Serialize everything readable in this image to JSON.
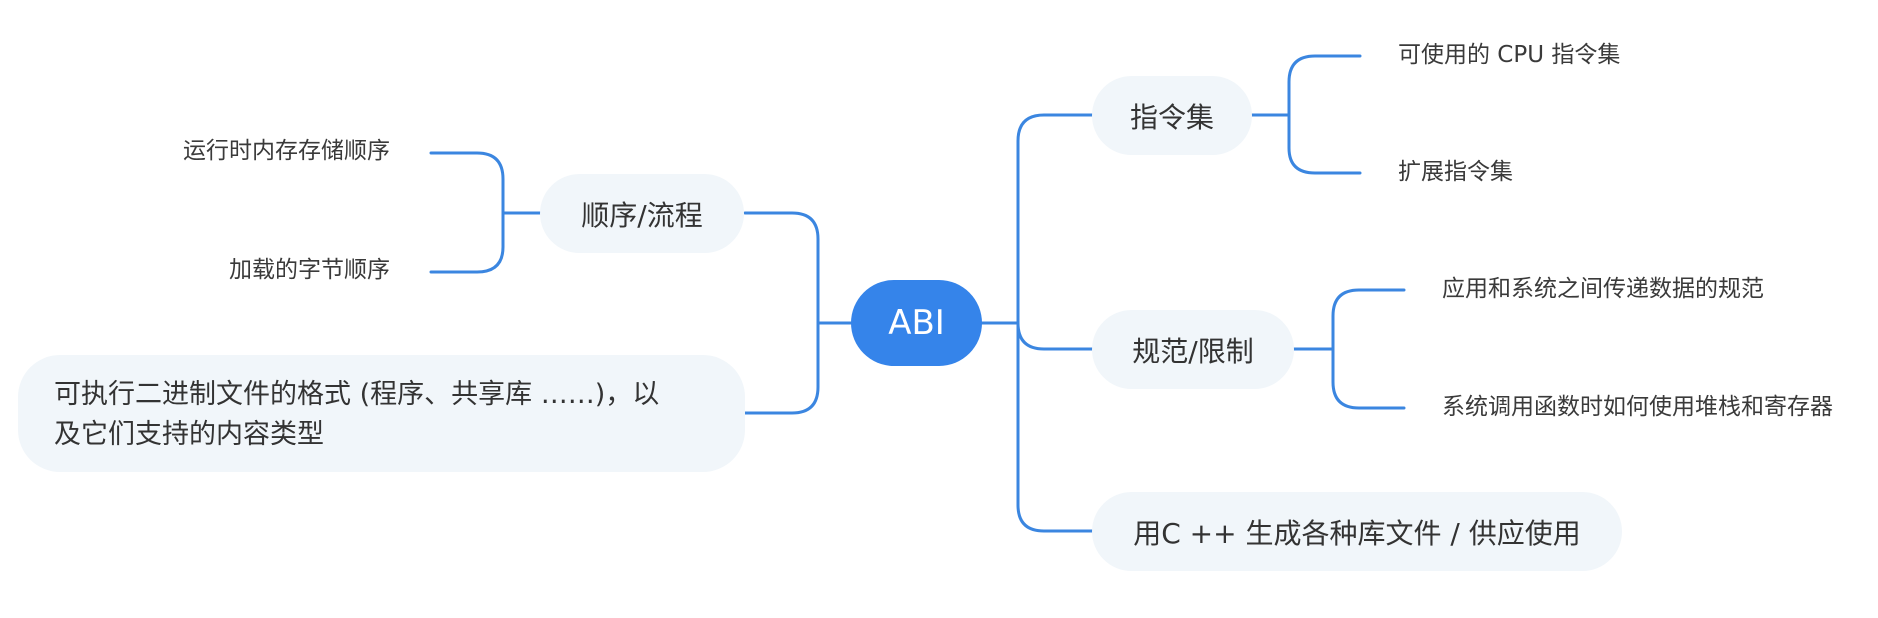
{
  "root": {
    "label": "ABI"
  },
  "left": {
    "order_flow": {
      "label": "顺序/流程",
      "children": [
        "运行时内存存储顺序",
        "加载的字节顺序"
      ]
    },
    "format": {
      "lines": [
        "可执行二进制文件的格式 (程序、共享库 ……)，以",
        "及它们支持的内容类型"
      ]
    }
  },
  "right": {
    "instruction_set": {
      "label": "指令集",
      "children": [
        "可使用的 CPU 指令集",
        "扩展指令集"
      ]
    },
    "spec": {
      "label": "规范/限制",
      "children": [
        "应用和系统之间传递数据的规范",
        "系统调用函数时如何使用堆栈和寄存器"
      ]
    },
    "cpp": {
      "label": "用C ++ 生成各种库文件 / 供应使用"
    }
  },
  "colors": {
    "accent": "#3584ea",
    "connector": "#3b86e0",
    "node_bg": "#f1f6fa"
  }
}
